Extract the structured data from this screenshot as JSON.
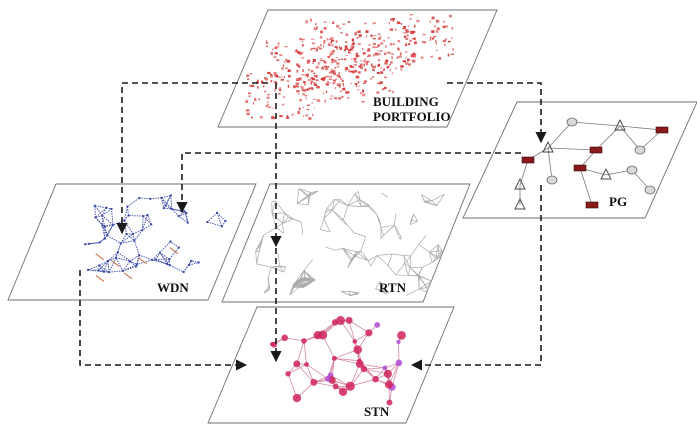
{
  "layers": {
    "building_portfolio": {
      "label_line1": "BUILDING",
      "label_line2": "PORTFOLIO"
    },
    "pg": {
      "label": "PG"
    },
    "wdn": {
      "label": "WDN"
    },
    "rtn": {
      "label": "RTN"
    },
    "stn": {
      "label": "STN"
    }
  },
  "colors": {
    "buildings": "#d63a3a",
    "wdn_network": "#3c4aa8",
    "wdn_accent": "#c4663a",
    "rtn_network": "#a9a9a9",
    "stn_edges": "#d58aa8",
    "stn_nodes": "#d0245a",
    "stn_nodes_alt": "#b04bd4",
    "pg_device": "#8a1a1a",
    "arrows": "#1a1a1a"
  },
  "icons": {
    "pg_generator": "generator-icon",
    "pg_substation": "substation-icon",
    "pg_tower": "transmission-tower-icon"
  }
}
